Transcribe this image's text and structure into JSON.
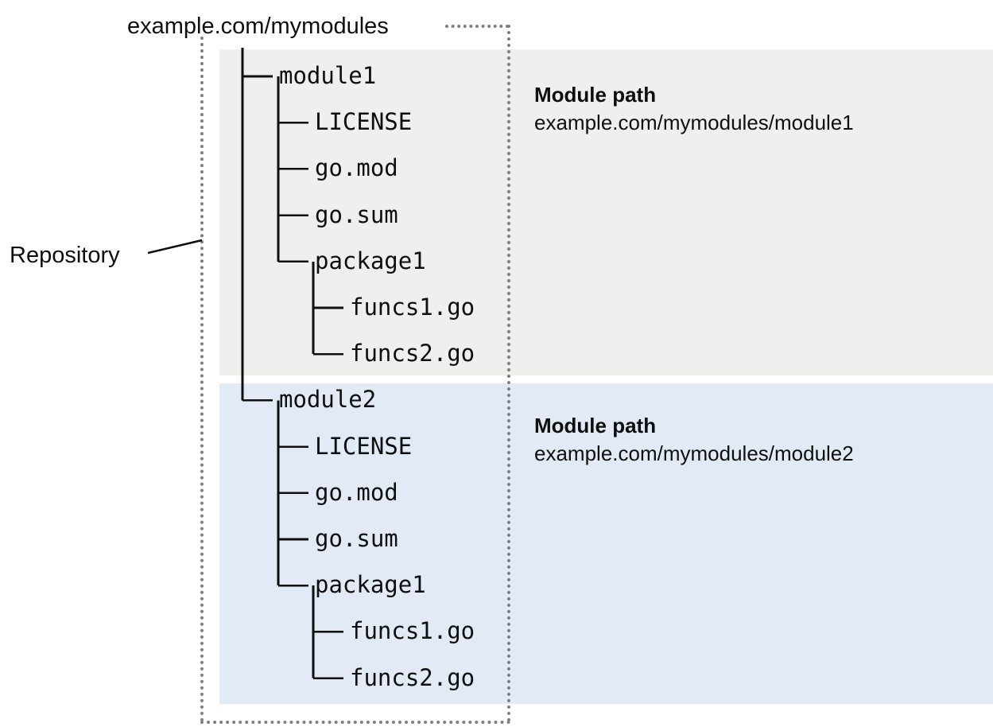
{
  "diagram": {
    "title_label": "example.com/mymodules",
    "repository_label": "Repository",
    "colors": {
      "module1_band": "#efefee",
      "module2_band": "#e1eaf5",
      "dotted_boundary": "#808080",
      "tree_line": "#0f0f0f",
      "text": "#0f0f0f"
    }
  },
  "tree": {
    "root": "example.com/mymodules",
    "nodes": [
      {
        "label": "module1",
        "depth": 0,
        "last": false
      },
      {
        "label": "LICENSE",
        "depth": 1,
        "last": false
      },
      {
        "label": "go.mod",
        "depth": 1,
        "last": false
      },
      {
        "label": "go.sum",
        "depth": 1,
        "last": false
      },
      {
        "label": "package1",
        "depth": 1,
        "last": true
      },
      {
        "label": "funcs1.go",
        "depth": 2,
        "last": false
      },
      {
        "label": "funcs2.go",
        "depth": 2,
        "last": true
      },
      {
        "label": "module2",
        "depth": 0,
        "last": true
      },
      {
        "label": "LICENSE",
        "depth": 1,
        "last": false
      },
      {
        "label": "go.mod",
        "depth": 1,
        "last": false
      },
      {
        "label": "go.sum",
        "depth": 1,
        "last": false
      },
      {
        "label": "package1",
        "depth": 1,
        "last": true
      },
      {
        "label": "funcs1.go",
        "depth": 2,
        "last": false
      },
      {
        "label": "funcs2.go",
        "depth": 2,
        "last": true
      }
    ]
  },
  "callouts": [
    {
      "title": "Module path",
      "path": "example.com/mymodules/module1",
      "module": "module1"
    },
    {
      "title": "Module path",
      "path": "example.com/mymodules/module2",
      "module": "module2"
    }
  ]
}
